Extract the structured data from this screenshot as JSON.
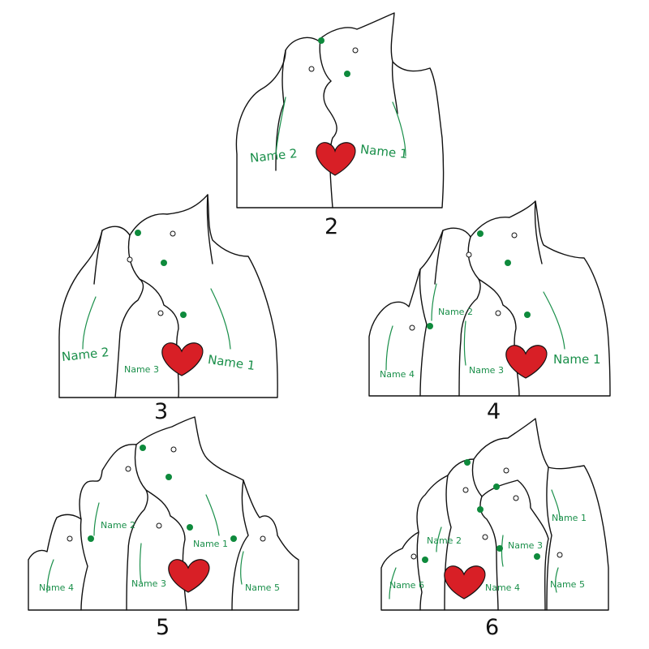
{
  "colors": {
    "accent_green": "#1a8f4a",
    "heart_red": "#d81f26",
    "outline": "#111111"
  },
  "panels": [
    {
      "count": "2",
      "names": [
        "Name 1",
        "Name 2"
      ]
    },
    {
      "count": "3",
      "names": [
        "Name 1",
        "Name 2",
        "Name 3"
      ]
    },
    {
      "count": "4",
      "names": [
        "Name 1",
        "Name 2",
        "Name 3",
        "Name 4"
      ]
    },
    {
      "count": "5",
      "names": [
        "Name 1",
        "Name 2",
        "Name 3",
        "Name 4",
        "Name 5"
      ]
    },
    {
      "count": "6",
      "names": [
        "Name 1",
        "Name 2",
        "Name 3",
        "Name 4",
        "Name 5",
        "Name 6"
      ]
    }
  ]
}
